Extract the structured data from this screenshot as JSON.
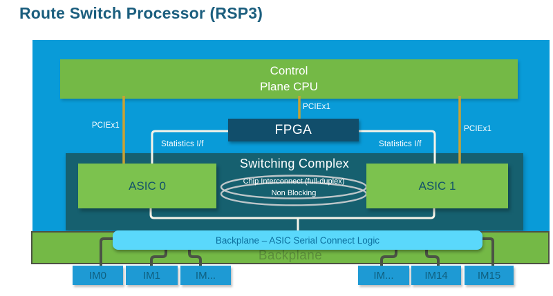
{
  "title": "Route Switch Processor (RSP3)",
  "cpu": {
    "line1": "Control",
    "line2": "Plane CPU"
  },
  "fpga": {
    "label": "FPGA"
  },
  "labels": {
    "pcie_left": "PCIEx1",
    "pcie_center": "PCIEx1",
    "pcie_right": "PCIEx1",
    "stats_left": "Statistics I/f",
    "stats_right": "Statistics I/f"
  },
  "switching": {
    "title": "Switching Complex",
    "asic0": "ASIC 0",
    "asic1": "ASIC 1",
    "interconnect_line1": "Chip Interconnect (full-duplex)",
    "interconnect_line2": "Non Blocking"
  },
  "backplane": {
    "serial_label": "Backplane – ASIC Serial Connect Logic",
    "name": "Backplane",
    "ims": [
      "IM0",
      "IM1",
      "IM...",
      "IM...",
      "IM14",
      "IM15"
    ]
  },
  "colors": {
    "title_text": "#1b5e7e",
    "panel_blue": "#099bd8",
    "green": "#74b946",
    "asic_green": "#7cc24e",
    "fpga_navy": "#114e6b",
    "switching_teal": "#16606f",
    "pcie_orange": "#c9a233",
    "signal_line_cream": "#f7f4e9",
    "serial_bar_cyan": "#5ad8fb",
    "im_blue": "#1e9ad4",
    "connector_dark": "#4b5345",
    "backplane_word": "#5c8f3c"
  }
}
